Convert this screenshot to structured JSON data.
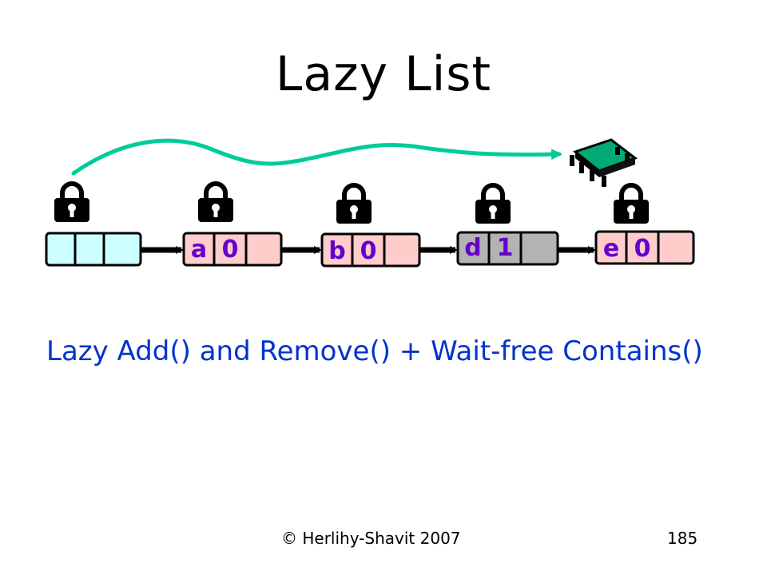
{
  "title": "Lazy List",
  "caption": "Lazy Add() and Remove() + Wait-free Contains()",
  "footer": {
    "copyright": "© Herlihy-Shavit 2007",
    "page_number": "185"
  },
  "nodes": [
    {
      "key": "",
      "mark": "",
      "fill": "#ccffff"
    },
    {
      "key": "a",
      "mark": "0",
      "fill": "#ffcccc"
    },
    {
      "key": "b",
      "mark": "0",
      "fill": "#ffcccc"
    },
    {
      "key": "d",
      "mark": "1",
      "fill": "#b3b3b3"
    },
    {
      "key": "e",
      "mark": "0",
      "fill": "#ffcccc"
    }
  ],
  "colors": {
    "key_text": "#6600cc",
    "traversal_path": "#00cc99",
    "cpu_chip": "#00aa77",
    "caption": "#0033cc"
  },
  "icons": [
    "padlock-icon",
    "cpu-chip-icon"
  ]
}
